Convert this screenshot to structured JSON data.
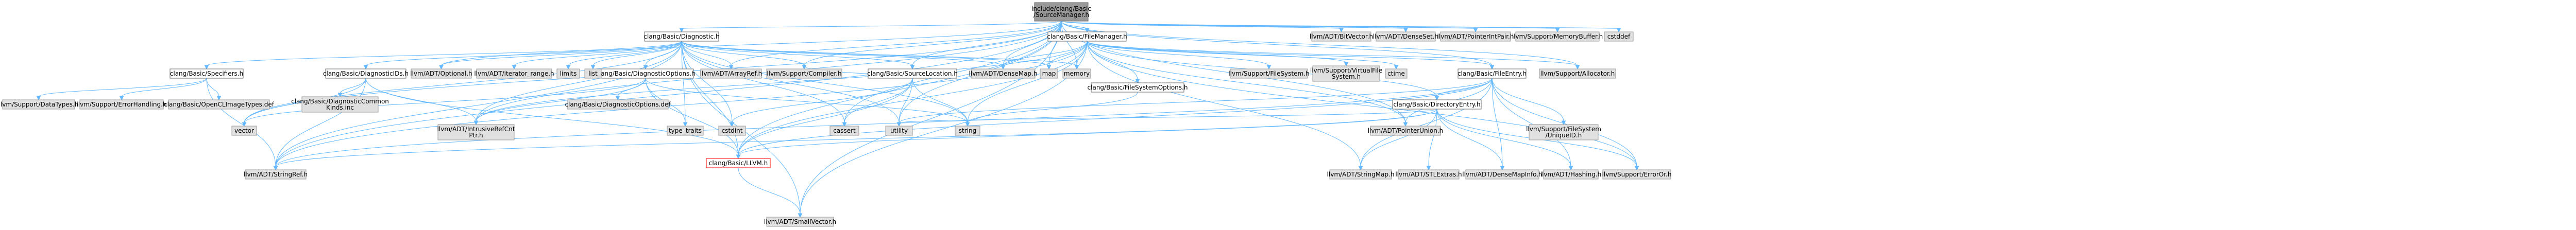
{
  "graph": {
    "colors": {
      "root_fill": "#999999",
      "document_fill": "#ffffff",
      "external_fill": "#e0e0e0",
      "highlight_border": "#ff0000",
      "edge": "#63b8ff"
    },
    "nodes": [
      {
        "id": "source_manager",
        "lines": [
          "include/clang/Basic",
          "/SourceManager.h"
        ],
        "kind": "root"
      },
      {
        "id": "diagnostic",
        "lines": [
          "clang/Basic/Diagnostic.h"
        ],
        "kind": "doc"
      },
      {
        "id": "file_manager",
        "lines": [
          "clang/Basic/FileManager.h"
        ],
        "kind": "doc"
      },
      {
        "id": "specifiers",
        "lines": [
          "clang/Basic/Specifiers.h"
        ],
        "kind": "doc"
      },
      {
        "id": "diagnostic_ids",
        "lines": [
          "clang/Basic/DiagnosticIDs.h"
        ],
        "kind": "doc"
      },
      {
        "id": "diagnostic_options",
        "lines": [
          "clang/Basic/DiagnosticOptions.h"
        ],
        "kind": "doc"
      },
      {
        "id": "source_location",
        "lines": [
          "clang/Basic/SourceLocation.h"
        ],
        "kind": "doc"
      },
      {
        "id": "file_system_options",
        "lines": [
          "clang/Basic/FileSystemOptions.h"
        ],
        "kind": "doc"
      },
      {
        "id": "file_entry",
        "lines": [
          "clang/Basic/FileEntry.h"
        ],
        "kind": "doc"
      },
      {
        "id": "directory_entry",
        "lines": [
          "clang/Basic/DirectoryEntry.h"
        ],
        "kind": "doc"
      },
      {
        "id": "clang_llvm",
        "lines": [
          "clang/Basic/LLVM.h"
        ],
        "kind": "hl"
      },
      {
        "id": "bitvector",
        "lines": [
          "llvm/ADT/BitVector.h"
        ],
        "kind": "ext"
      },
      {
        "id": "denseset",
        "lines": [
          "llvm/ADT/DenseSet.h"
        ],
        "kind": "ext"
      },
      {
        "id": "pointer_int_pair",
        "lines": [
          "llvm/ADT/PointerIntPair.h"
        ],
        "kind": "ext"
      },
      {
        "id": "memory_buffer",
        "lines": [
          "llvm/Support/MemoryBuffer.h"
        ],
        "kind": "ext"
      },
      {
        "id": "cstddef",
        "lines": [
          "cstddef"
        ],
        "kind": "ext"
      },
      {
        "id": "support_data_types",
        "lines": [
          "llvm/Support/DataTypes.h"
        ],
        "kind": "ext"
      },
      {
        "id": "support_error_handling",
        "lines": [
          "llvm/Support/ErrorHandling.h"
        ],
        "kind": "ext"
      },
      {
        "id": "opencl_image_types",
        "lines": [
          "clang/Basic/OpenCLImageTypes.def"
        ],
        "kind": "ext"
      },
      {
        "id": "vector",
        "lines": [
          "vector"
        ],
        "kind": "ext"
      },
      {
        "id": "diagnostic_common_kinds",
        "lines": [
          "clang/Basic/DiagnosticCommon",
          "Kinds.inc"
        ],
        "kind": "ext"
      },
      {
        "id": "intrusive_ref_cnt",
        "lines": [
          "llvm/ADT/IntrusiveRefCnt",
          "Ptr.h"
        ],
        "kind": "ext"
      },
      {
        "id": "optional",
        "lines": [
          "llvm/ADT/Optional.h"
        ],
        "kind": "ext"
      },
      {
        "id": "iterator_range",
        "lines": [
          "llvm/ADT/iterator_range.h"
        ],
        "kind": "ext"
      },
      {
        "id": "limits",
        "lines": [
          "limits"
        ],
        "kind": "ext"
      },
      {
        "id": "list",
        "lines": [
          "list"
        ],
        "kind": "ext"
      },
      {
        "id": "diagnostic_options_def",
        "lines": [
          "clang/Basic/DiagnosticOptions.def"
        ],
        "kind": "ext"
      },
      {
        "id": "type_traits",
        "lines": [
          "type_traits"
        ],
        "kind": "ext"
      },
      {
        "id": "array_ref",
        "lines": [
          "llvm/ADT/ArrayRef.h"
        ],
        "kind": "ext"
      },
      {
        "id": "support_compiler",
        "lines": [
          "llvm/Support/Compiler.h"
        ],
        "kind": "ext"
      },
      {
        "id": "cstdint",
        "lines": [
          "cstdint"
        ],
        "kind": "ext"
      },
      {
        "id": "cassert",
        "lines": [
          "cassert"
        ],
        "kind": "ext"
      },
      {
        "id": "utility",
        "lines": [
          "utility"
        ],
        "kind": "ext"
      },
      {
        "id": "string",
        "lines": [
          "string"
        ],
        "kind": "ext"
      },
      {
        "id": "dense_map",
        "lines": [
          "llvm/ADT/DenseMap.h"
        ],
        "kind": "ext"
      },
      {
        "id": "map",
        "lines": [
          "map"
        ],
        "kind": "ext"
      },
      {
        "id": "memory",
        "lines": [
          "memory"
        ],
        "kind": "ext"
      },
      {
        "id": "support_file_system",
        "lines": [
          "llvm/Support/FileSystem.h"
        ],
        "kind": "ext"
      },
      {
        "id": "support_virtual_file_system",
        "lines": [
          "llvm/Support/VirtualFile",
          "System.h"
        ],
        "kind": "ext"
      },
      {
        "id": "ctime",
        "lines": [
          "ctime"
        ],
        "kind": "ext"
      },
      {
        "id": "support_allocator",
        "lines": [
          "llvm/Support/Allocator.h"
        ],
        "kind": "ext"
      },
      {
        "id": "pointer_union",
        "lines": [
          "llvm/ADT/PointerUnion.h"
        ],
        "kind": "ext"
      },
      {
        "id": "file_system_unique_id",
        "lines": [
          "llvm/Support/FileSystem",
          "/UniqueID.h"
        ],
        "kind": "ext"
      },
      {
        "id": "string_ref",
        "lines": [
          "llvm/ADT/StringRef.h"
        ],
        "kind": "ext"
      },
      {
        "id": "string_map",
        "lines": [
          "llvm/ADT/StringMap.h"
        ],
        "kind": "ext"
      },
      {
        "id": "stl_extras",
        "lines": [
          "llvm/ADT/STLExtras.h"
        ],
        "kind": "ext"
      },
      {
        "id": "dense_map_info",
        "lines": [
          "llvm/ADT/DenseMapInfo.h"
        ],
        "kind": "ext"
      },
      {
        "id": "hashing",
        "lines": [
          "llvm/ADT/Hashing.h"
        ],
        "kind": "ext"
      },
      {
        "id": "support_error_or",
        "lines": [
          "llvm/Support/ErrorOr.h"
        ],
        "kind": "ext"
      },
      {
        "id": "small_vector",
        "lines": [
          "llvm/ADT/SmallVector.h"
        ],
        "kind": "ext"
      }
    ],
    "edges": [
      [
        "source_manager",
        "diagnostic"
      ],
      [
        "source_manager",
        "file_manager"
      ],
      [
        "source_manager",
        "bitvector"
      ],
      [
        "source_manager",
        "denseset"
      ],
      [
        "source_manager",
        "pointer_int_pair"
      ],
      [
        "source_manager",
        "memory_buffer"
      ],
      [
        "source_manager",
        "cstddef"
      ],
      [
        "source_manager",
        "source_location"
      ],
      [
        "source_manager",
        "clang_llvm"
      ],
      [
        "source_manager",
        "array_ref"
      ],
      [
        "source_manager",
        "dense_map"
      ],
      [
        "source_manager",
        "intrusive_ref_cnt"
      ],
      [
        "source_manager",
        "string_ref"
      ],
      [
        "source_manager",
        "support_allocator"
      ],
      [
        "source_manager",
        "support_compiler"
      ],
      [
        "source_manager",
        "pointer_union"
      ],
      [
        "source_manager",
        "cassert"
      ],
      [
        "source_manager",
        "map"
      ],
      [
        "source_manager",
        "memory"
      ],
      [
        "source_manager",
        "optional"
      ],
      [
        "source_manager",
        "utility"
      ],
      [
        "source_manager",
        "vector"
      ],
      [
        "source_manager",
        "small_vector"
      ],
      [
        "source_manager",
        "file_entry"
      ],
      [
        "diagnostic",
        "specifiers"
      ],
      [
        "diagnostic",
        "diagnostic_ids"
      ],
      [
        "diagnostic",
        "diagnostic_options"
      ],
      [
        "diagnostic",
        "source_location"
      ],
      [
        "diagnostic",
        "clang_llvm"
      ],
      [
        "diagnostic",
        "array_ref"
      ],
      [
        "diagnostic",
        "dense_map"
      ],
      [
        "diagnostic",
        "intrusive_ref_cnt"
      ],
      [
        "diagnostic",
        "optional"
      ],
      [
        "diagnostic",
        "small_vector"
      ],
      [
        "diagnostic",
        "string_ref"
      ],
      [
        "diagnostic",
        "iterator_range"
      ],
      [
        "diagnostic",
        "support_compiler"
      ],
      [
        "diagnostic",
        "cassert"
      ],
      [
        "diagnostic",
        "cstdint"
      ],
      [
        "diagnostic",
        "limits"
      ],
      [
        "diagnostic",
        "list"
      ],
      [
        "diagnostic",
        "map"
      ],
      [
        "diagnostic",
        "memory"
      ],
      [
        "diagnostic",
        "string"
      ],
      [
        "diagnostic",
        "type_traits"
      ],
      [
        "diagnostic",
        "utility"
      ],
      [
        "diagnostic",
        "vector"
      ],
      [
        "file_manager",
        "directory_entry"
      ],
      [
        "file_manager",
        "file_entry"
      ],
      [
        "file_manager",
        "file_system_options"
      ],
      [
        "file_manager",
        "clang_llvm"
      ],
      [
        "file_manager",
        "dense_map"
      ],
      [
        "file_manager",
        "intrusive_ref_cnt"
      ],
      [
        "file_manager",
        "pointer_union"
      ],
      [
        "file_manager",
        "small_vector"
      ],
      [
        "file_manager",
        "string_map"
      ],
      [
        "file_manager",
        "string_ref"
      ],
      [
        "file_manager",
        "support_allocator"
      ],
      [
        "file_manager",
        "support_error_or"
      ],
      [
        "file_manager",
        "support_file_system"
      ],
      [
        "file_manager",
        "support_virtual_file_system"
      ],
      [
        "file_manager",
        "ctime"
      ],
      [
        "file_manager",
        "map"
      ],
      [
        "file_manager",
        "memory"
      ],
      [
        "file_manager",
        "string"
      ],
      [
        "specifiers",
        "support_data_types"
      ],
      [
        "specifiers",
        "support_error_handling"
      ],
      [
        "specifiers",
        "opencl_image_types"
      ],
      [
        "specifiers",
        "string_ref"
      ],
      [
        "diagnostic_ids",
        "clang_llvm"
      ],
      [
        "diagnostic_ids",
        "intrusive_ref_cnt"
      ],
      [
        "diagnostic_ids",
        "string_ref"
      ],
      [
        "diagnostic_ids",
        "diagnostic_common_kinds"
      ],
      [
        "diagnostic_ids",
        "vector"
      ],
      [
        "diagnostic_options",
        "clang_llvm"
      ],
      [
        "diagnostic_options",
        "intrusive_ref_cnt"
      ],
      [
        "diagnostic_options",
        "string"
      ],
      [
        "diagnostic_options",
        "type_traits"
      ],
      [
        "diagnostic_options",
        "vector"
      ],
      [
        "diagnostic_options",
        "diagnostic_options_def"
      ],
      [
        "source_location",
        "clang_llvm"
      ],
      [
        "source_location",
        "support_compiler"
      ],
      [
        "source_location",
        "pointer_like"
      ],
      [
        "source_location",
        "cassert"
      ],
      [
        "source_location",
        "cstdint"
      ],
      [
        "source_location",
        "string"
      ],
      [
        "source_location",
        "utility"
      ],
      [
        "file_system_options",
        "string"
      ],
      [
        "file_entry",
        "directory_entry"
      ],
      [
        "file_entry",
        "clang_llvm"
      ],
      [
        "file_entry",
        "dense_map_info"
      ],
      [
        "file_entry",
        "hashing"
      ],
      [
        "file_entry",
        "pointer_union"
      ],
      [
        "file_entry",
        "string_map"
      ],
      [
        "file_entry",
        "string_ref"
      ],
      [
        "file_entry",
        "support_error_or"
      ],
      [
        "file_entry",
        "file_system_unique_id"
      ],
      [
        "file_entry",
        "utility"
      ],
      [
        "directory_entry",
        "clang_llvm"
      ],
      [
        "directory_entry",
        "dense_map_info"
      ],
      [
        "directory_entry",
        "hashing"
      ],
      [
        "directory_entry",
        "stl_extras"
      ],
      [
        "directory_entry",
        "string_map"
      ],
      [
        "directory_entry",
        "string_ref"
      ],
      [
        "directory_entry",
        "support_error_or"
      ],
      [
        "directory_entry",
        "utility"
      ],
      [
        "clang_llvm",
        "small_vector"
      ]
    ]
  }
}
